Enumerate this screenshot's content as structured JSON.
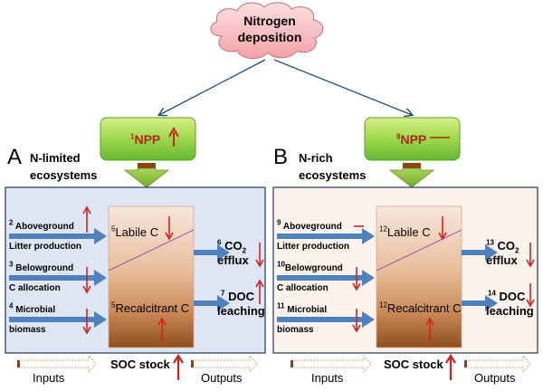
{
  "top": {
    "driver": "Nitrogen deposition",
    "driver_line1": "Nitrogen",
    "driver_line2": "deposition"
  },
  "panels": [
    {
      "letter": "A",
      "title_line1": "N-limited",
      "title_line2": "ecosystems",
      "npp": {
        "num": "1",
        "label": "NPP",
        "trend": "up"
      },
      "inputs": [
        {
          "num": "2",
          "line1": "Aboveground",
          "line2": "Litter production",
          "trend": "up"
        },
        {
          "num": "3",
          "line1": "Belowground",
          "line2": "C  allocation",
          "trend": "down"
        },
        {
          "num": "4",
          "line1": "Microbial",
          "line2": "biomass",
          "trend": "down"
        }
      ],
      "pools": [
        {
          "num": "5",
          "label": "Labile C",
          "trend": "down"
        },
        {
          "num": "5",
          "label": "Recalcitrant C",
          "trend": "up"
        }
      ],
      "outputs": [
        {
          "num": "6",
          "line1": "CO",
          "sub": "2",
          "line2": "efflux",
          "trend": "down"
        },
        {
          "num": "7",
          "line1": "DOC",
          "line2": "leaching",
          "trend": "up"
        }
      ],
      "background": "#dde6f2"
    },
    {
      "letter": "B",
      "title_line1": "N-rich",
      "title_line2": "ecosystems",
      "npp": {
        "num": "8",
        "label": "NPP",
        "trend": "neutral"
      },
      "inputs": [
        {
          "num": "9",
          "line1": "Aboveground",
          "line2": "Litter production",
          "trend": "neutral"
        },
        {
          "num": "10",
          "line1": "Belowground",
          "line2": "C  allocation",
          "trend": "down"
        },
        {
          "num": "11",
          "line1": "Microbial",
          "line2": "biomass",
          "trend": "down"
        }
      ],
      "pools": [
        {
          "num": "12",
          "label": "Labile C",
          "trend": "down"
        },
        {
          "num": "12",
          "label": "Recalcitrant C",
          "trend": "up"
        }
      ],
      "outputs": [
        {
          "num": "13",
          "line1": "CO",
          "sub": "2",
          "line2": "efflux",
          "trend": "down"
        },
        {
          "num": "14",
          "line1": "DOC",
          "line2": "leaching",
          "trend": "down"
        }
      ],
      "background": "#fbf3ec"
    }
  ],
  "legend": {
    "inputs": "Inputs",
    "soc": "SOC stock",
    "soc_trend": "up",
    "outputs": "Outputs"
  },
  "colors": {
    "trend_arrow": "#d42020",
    "flow_arrow": "#4f81bd",
    "npp_box": "#92d050",
    "cloud": "#f8b8bc",
    "box_border": "#1f3864",
    "npp_text": "#b3261e"
  }
}
